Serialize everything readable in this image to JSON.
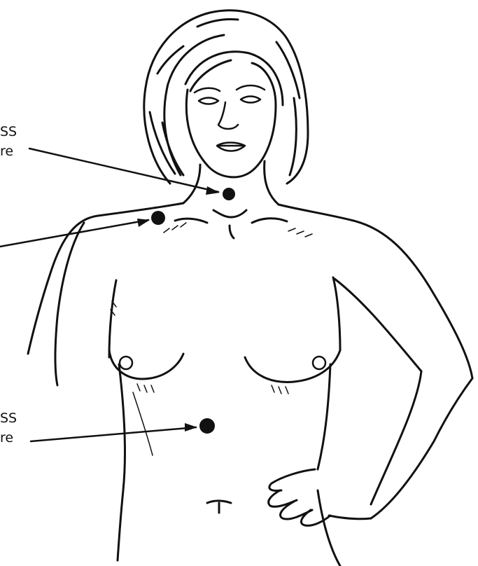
{
  "callouts": [
    {
      "line1": "SS",
      "line2": "re"
    },
    {
      "line1": "SS",
      "line2": "re"
    }
  ],
  "colors": {
    "ink": "#111111",
    "background": "#ffffff"
  }
}
